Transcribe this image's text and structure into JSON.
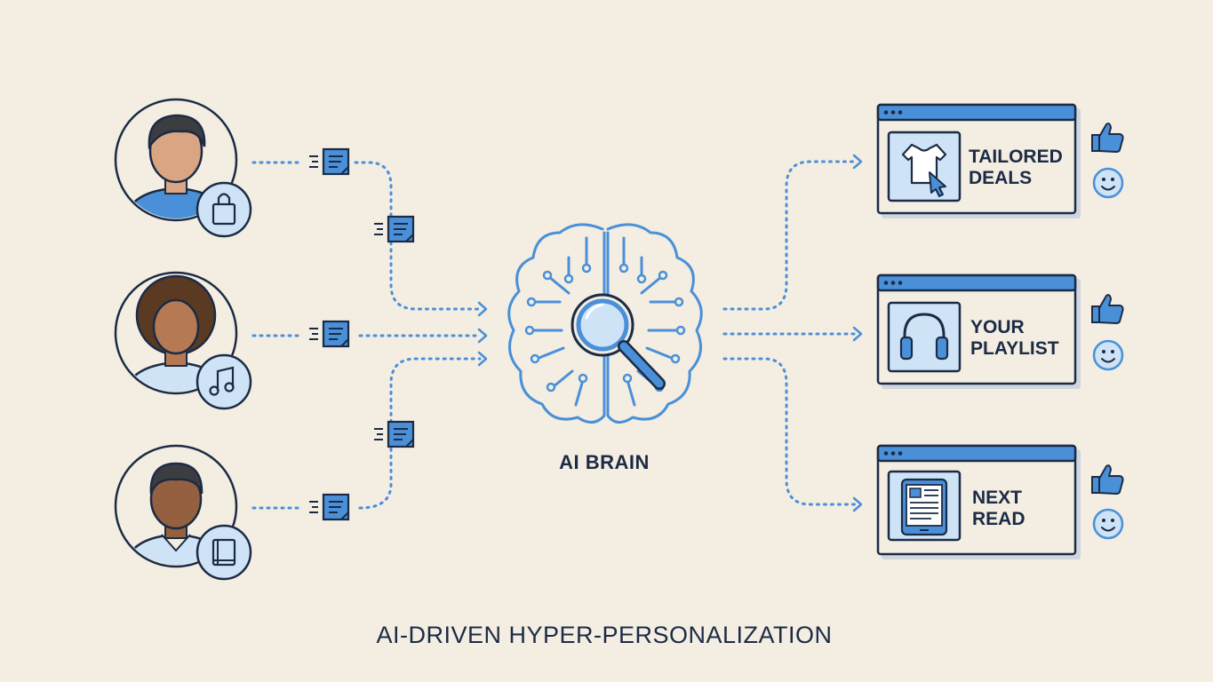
{
  "colors": {
    "background": "#f3ede2",
    "navy": "#1c2b45",
    "accent_blue": "#4a90d9",
    "light_blue": "#cfe3f7",
    "skin_light": "#d9a583",
    "skin_mid": "#b57a53",
    "skin_dark": "#95603f",
    "hair_dark": "#3c3d40",
    "hair_curly": "#5a3a22"
  },
  "users": [
    {
      "badge_icon": "shopping-bag-icon"
    },
    {
      "badge_icon": "music-note-icon"
    },
    {
      "badge_icon": "book-icon"
    }
  ],
  "center": {
    "icon": "brain-magnifier-icon",
    "label": "AI BRAIN"
  },
  "outputs": [
    {
      "line1": "TAILORED",
      "line2": "DEALS",
      "icon": "tshirt-cursor-icon"
    },
    {
      "line1": "YOUR",
      "line2": "PLAYLIST",
      "icon": "headphones-icon"
    },
    {
      "line1": "NEXT",
      "line2": "READ",
      "icon": "tablet-article-icon"
    }
  ],
  "reactions": [
    "thumbs-up-icon",
    "smiley-icon"
  ],
  "footer": {
    "title": "AI-DRIVEN HYPER-PERSONALIZATION"
  }
}
